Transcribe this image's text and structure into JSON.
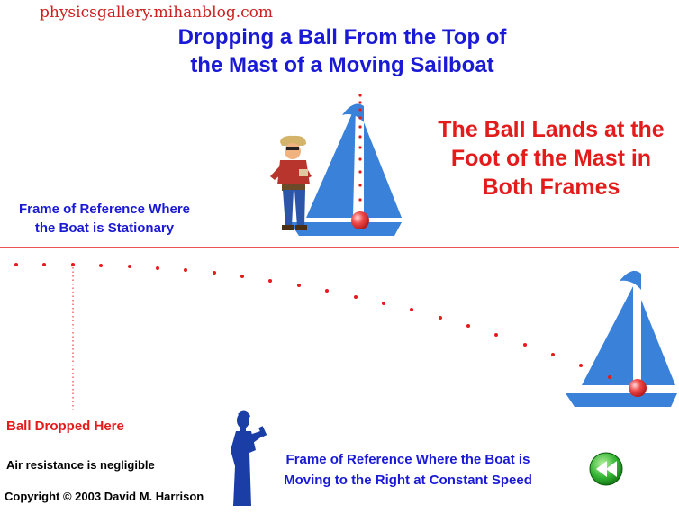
{
  "watermark": "physicsgallery.mihanblog.com",
  "title_line1": "Dropping a Ball From the Top of",
  "title_line2": "the Mast of a Moving Sailboat",
  "conclusion_line1": "The Ball Lands at the",
  "conclusion_line2": "Foot of the Mast in",
  "conclusion_line3": "Both Frames",
  "frame_stationary_line1": "Frame of Reference Where",
  "frame_stationary_line2": "the Boat is Stationary",
  "frame_moving_line1": "Frame of Reference Where the Boat is",
  "frame_moving_line2": "Moving to the Right at Constant Speed",
  "ball_dropped_label": "Ball Dropped Here",
  "air_resistance_note": "Air resistance is negligible",
  "copyright": "Copyright © 2003 David M. Harrison",
  "colors": {
    "title": "#1a1ad6",
    "accent_red": "#e31b1b",
    "sail": "#3a82d9",
    "divider": "#e31b1b",
    "rewind_button": "#22aa22"
  },
  "icons": {
    "rewind_button": "rewind-icon",
    "sailboat": "sailboat-icon",
    "man": "man-figure-icon",
    "woman": "woman-silhouette-icon"
  }
}
